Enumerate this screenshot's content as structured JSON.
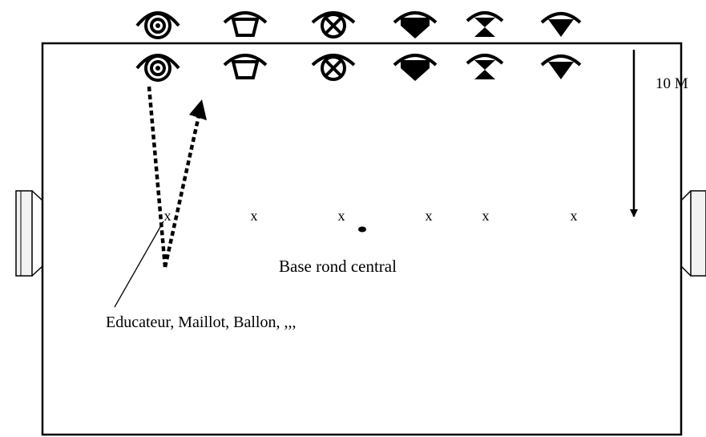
{
  "labels": {
    "distance": "10 M",
    "center": "Base rond central",
    "coach": "Educateur, Maillot, Ballon, ,,,"
  },
  "markers": [
    "x",
    "x",
    "x",
    "x",
    "x",
    "x"
  ],
  "player_icons": {
    "columns": [
      "eye-icon",
      "cup-icon",
      "cross-circle-icon",
      "shield-icon",
      "hourglass-icon",
      "heart-icon"
    ],
    "rows": 2
  },
  "colors": {
    "ink": "#000000",
    "goal_fill": "#f2f2f2"
  }
}
